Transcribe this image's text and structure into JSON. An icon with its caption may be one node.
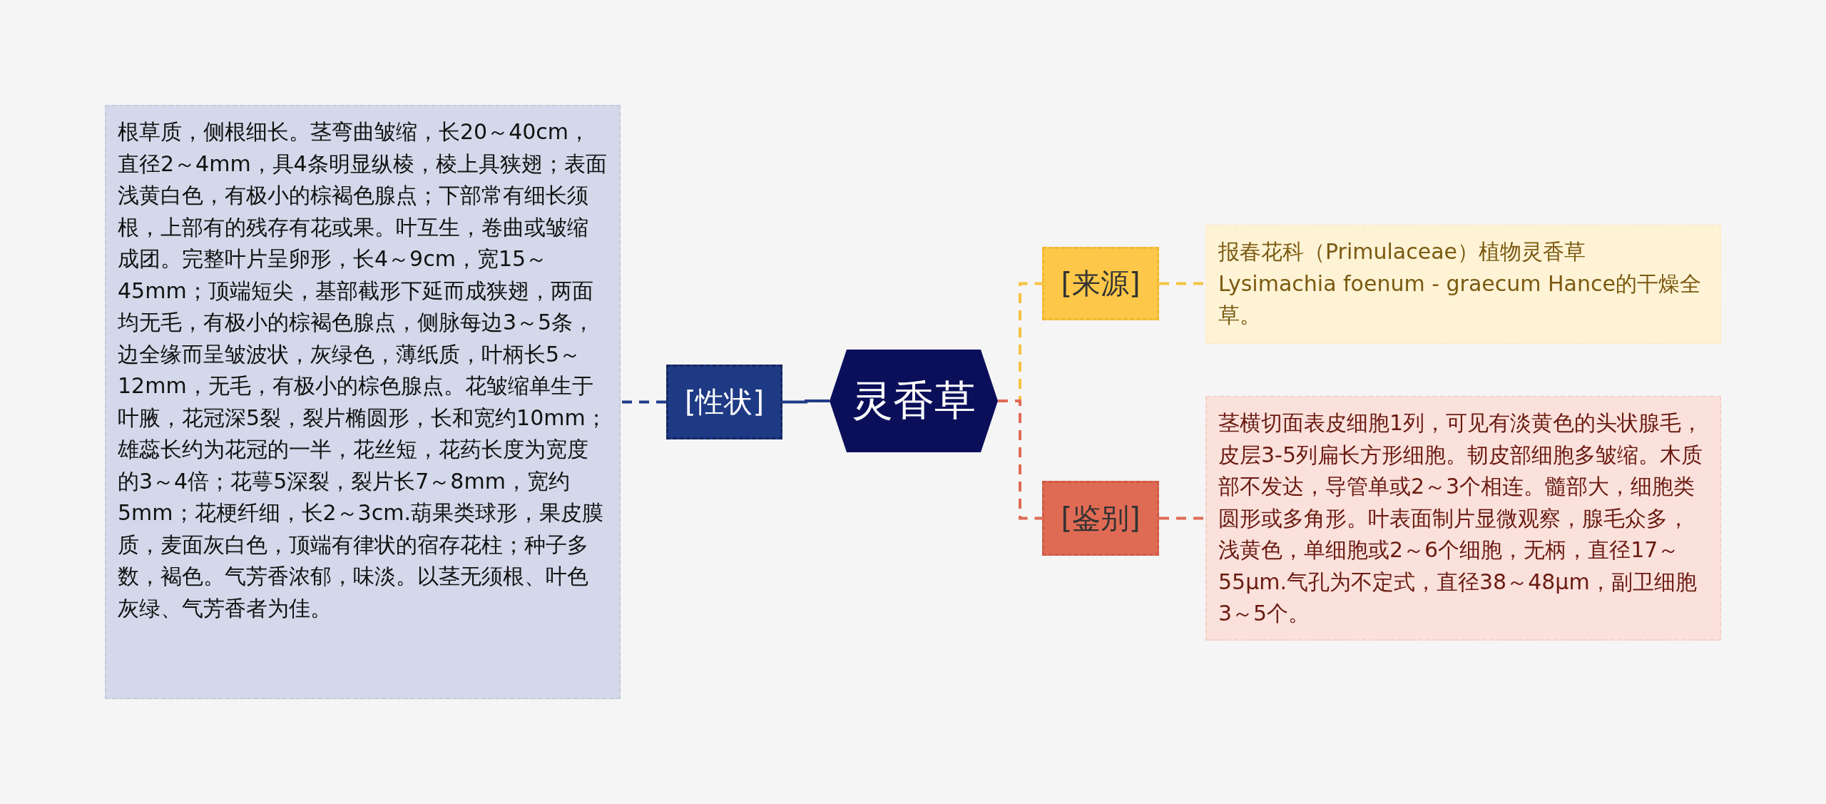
{
  "diagram": {
    "nodes": [
      {
        "text": [
          "灵香草"
        ]
      },
      {
        "text": [
          "[性状]"
        ]
      },
      {
        "text": [
          "根草质，侧根细长。茎弯曲皱缩，长20～40cm，直径2～4mm，具4条明显纵棱，棱上具狭翅；表面浅黄白色，有极小的棕褐色腺点；下部常有细长须根，上部有的残存有花或果。叶互生，卷曲或皱缩成团。完整叶片呈卵形，长4～9cm，宽15～45mm；顶端短尖，基部截形下延而成狭翅，两面均无毛，有极小的棕褐色腺点，侧脉每边3～5条，边全缘而呈皱波状，灰绿色，薄纸质，叶柄长5～12mm，无毛，有极小的棕色腺点。花皱缩单生于叶腋，花冠深5裂，裂片椭圆形，长和宽约10mm；雄蕊长约为花冠的一半，花丝短，花药长度为宽度的3～4倍；花萼5深裂，裂片长7～8mm，宽约5mm；花梗纤细，长2～3cm.葫果类球形，果皮膜质，麦面灰白色，顶端有律状的宿存花柱；种子多数，褐色。气芳香浓郁，味淡。以茎无须根、叶色灰绿、气芳香者为佳。"
        ]
      },
      {
        "text": [
          "[来源]"
        ]
      },
      {
        "text": [
          "报春花科（Primulaceae）植物灵香草 Lysimachia foenum - graecum Hance的干燥全草。"
        ]
      },
      {
        "text": [
          "[鉴别]"
        ]
      },
      {
        "text": [
          "茎横切面表皮细胞1列，可见有淡黄色的头状腺毛，皮层3-5列扁长方形细胞。韧皮部细胞多皱缩。木质部不发达，导管单或2～3个相连。髓部大，细胞类圆形或多角形。叶表面制片显微观察，腺毛众多，浅黄色，单细胞或2～6个细胞，无柄，直径17～55μm.气孔为不定式，直径38～48μm，副卫细胞3～5个。"
        ]
      }
    ],
    "edges": [
      {
        "from": 0,
        "to": 1,
        "arrow": "none"
      },
      {
        "from": 1,
        "to": 2,
        "arrow": "none",
        "style": "dashed"
      },
      {
        "from": 0,
        "to": 3,
        "arrow": "none",
        "style": "dashed",
        "color": "#f5c342"
      },
      {
        "from": 3,
        "to": 4,
        "arrow": "none",
        "style": "dashed",
        "color": "#f5c342"
      },
      {
        "from": 0,
        "to": 5,
        "arrow": "none",
        "style": "dashed",
        "color": "#e06b55"
      },
      {
        "from": 5,
        "to": 6,
        "arrow": "none",
        "style": "dashed",
        "color": "#e06b55"
      }
    ]
  }
}
